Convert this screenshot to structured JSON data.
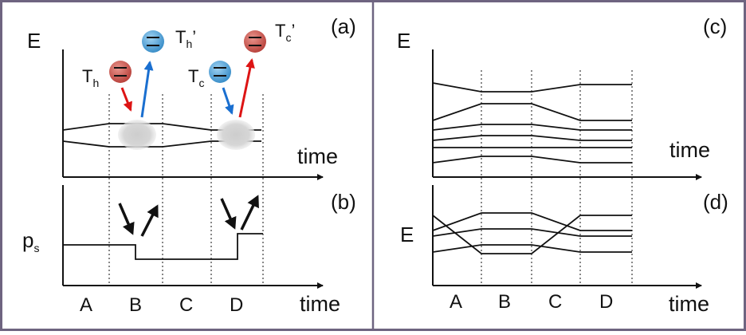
{
  "panels": {
    "a": "(a)",
    "b": "(b)",
    "c": "(c)",
    "d": "(d)"
  },
  "axes": {
    "energy_label": "E",
    "time_label": "time",
    "population_label_base": "p",
    "population_label_sub": "s"
  },
  "stages": [
    "A",
    "B",
    "C",
    "D"
  ],
  "reservoirs": {
    "hot": {
      "base": "T",
      "sub": "h",
      "prime": ""
    },
    "hot_prime": {
      "base": "T",
      "sub": "h",
      "prime": "’"
    },
    "cold": {
      "base": "T",
      "sub": "c",
      "prime": ""
    },
    "cold_prime": {
      "base": "T",
      "sub": "c",
      "prime": "’"
    }
  },
  "colors": {
    "frame": "#6e6480",
    "hot_bath": "#c9554f",
    "cold_bath": "#4a9fd6",
    "hot_arrow": "#dd1414",
    "cold_arrow": "#1a6fd0",
    "system_blob": "#c8c8c8",
    "line": "#111111"
  },
  "icons": {
    "bath": "two-level-circle-icon",
    "kick": "diagonal-arrow-icon",
    "system": "gray-blob-icon"
  }
}
